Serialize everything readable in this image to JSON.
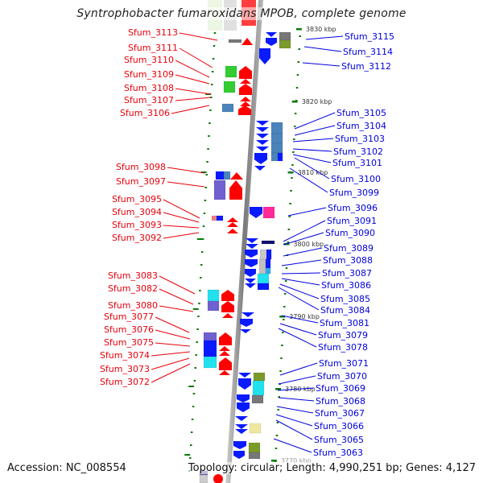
{
  "title": "Syntrophobacter fumaroxidans MPOB, complete genome",
  "footer": {
    "accession": "Accession: NC_008554",
    "summary": "Topology: circular; Length: 4,990,251 bp; Genes: 4,127"
  },
  "colors": {
    "forward_label": "#e8000b",
    "reverse_label": "#0000dd",
    "tick": "#0a7a0a",
    "axis": "#8a8a8a"
  },
  "scale_ticks": [
    {
      "label": "3830 kbp"
    },
    {
      "label": "3820 kbp"
    },
    {
      "label": "3810 kbp"
    },
    {
      "label": "3800 kbp"
    },
    {
      "label": "3790 kbp"
    },
    {
      "label": "3780 kbp"
    },
    {
      "label": "3770 kbp"
    }
  ],
  "left_genes": [
    {
      "label": "Sfum_3113"
    },
    {
      "label": "Sfum_3111"
    },
    {
      "label": "Sfum_3110"
    },
    {
      "label": "Sfum_3109"
    },
    {
      "label": "Sfum_3108"
    },
    {
      "label": "Sfum_3107"
    },
    {
      "label": "Sfum_3106"
    },
    {
      "label": "Sfum_3098"
    },
    {
      "label": "Sfum_3097"
    },
    {
      "label": "Sfum_3095"
    },
    {
      "label": "Sfum_3094"
    },
    {
      "label": "Sfum_3093"
    },
    {
      "label": "Sfum_3092"
    },
    {
      "label": "Sfum_3083"
    },
    {
      "label": "Sfum_3082"
    },
    {
      "label": "Sfum_3080"
    },
    {
      "label": "Sfum_3077"
    },
    {
      "label": "Sfum_3076"
    },
    {
      "label": "Sfum_3075"
    },
    {
      "label": "Sfum_3074"
    },
    {
      "label": "Sfum_3073"
    },
    {
      "label": "Sfum_3072"
    }
  ],
  "right_genes": [
    {
      "label": "Sfum_3115"
    },
    {
      "label": "Sfum_3114"
    },
    {
      "label": "Sfum_3112"
    },
    {
      "label": "Sfum_3105"
    },
    {
      "label": "Sfum_3104"
    },
    {
      "label": "Sfum_3103"
    },
    {
      "label": "Sfum_3102"
    },
    {
      "label": "Sfum_3101"
    },
    {
      "label": "Sfum_3100"
    },
    {
      "label": "Sfum_3099"
    },
    {
      "label": "Sfum_3096"
    },
    {
      "label": "Sfum_3091"
    },
    {
      "label": "Sfum_3090"
    },
    {
      "label": "Sfum_3089"
    },
    {
      "label": "Sfum_3088"
    },
    {
      "label": "Sfum_3087"
    },
    {
      "label": "Sfum_3086"
    },
    {
      "label": "Sfum_3085"
    },
    {
      "label": "Sfum_3084"
    },
    {
      "label": "Sfum_3081"
    },
    {
      "label": "Sfum_3079"
    },
    {
      "label": "Sfum_3078"
    },
    {
      "label": "Sfum_3071"
    },
    {
      "label": "Sfum_3070"
    },
    {
      "label": "Sfum_3069"
    },
    {
      "label": "Sfum_3068"
    },
    {
      "label": "Sfum_3067"
    },
    {
      "label": "Sfum_3066"
    },
    {
      "label": "Sfum_3065"
    },
    {
      "label": "Sfum_3063"
    }
  ]
}
